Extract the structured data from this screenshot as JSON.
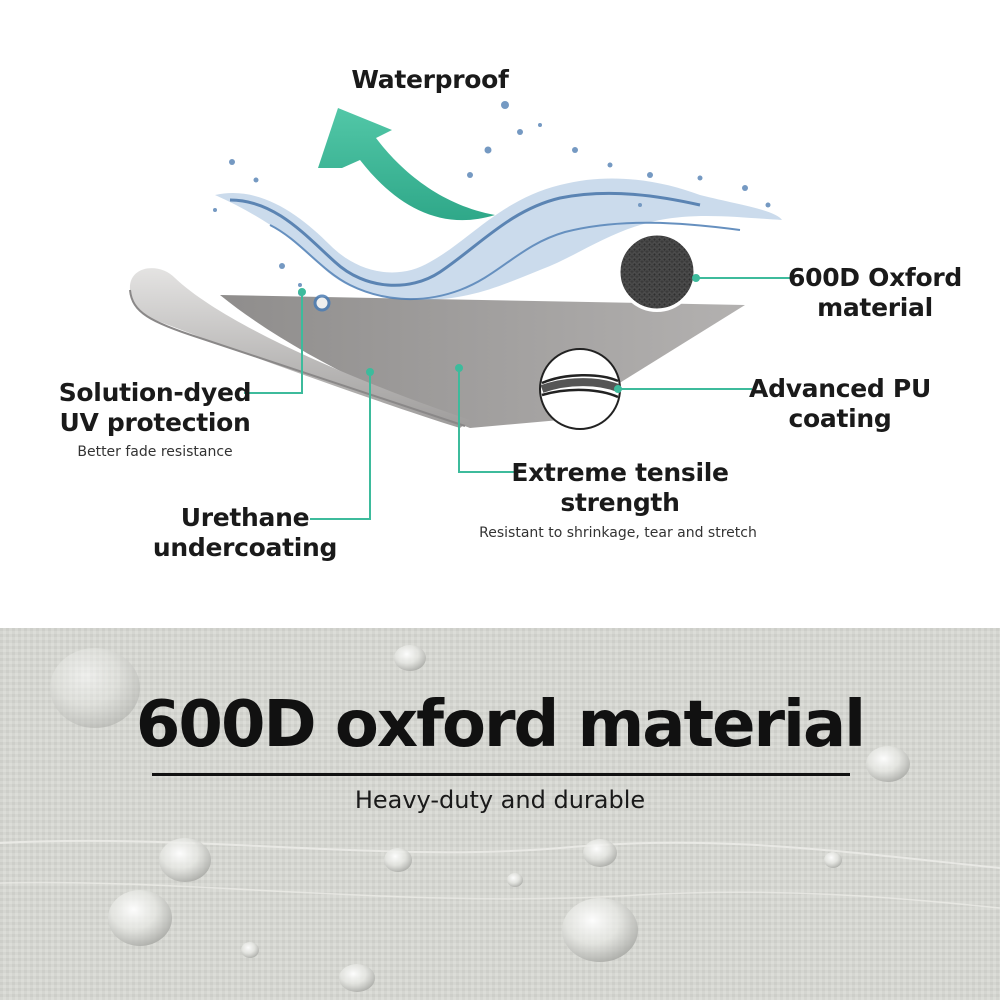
{
  "labels": {
    "waterproof": "Waterproof",
    "oxford_line1": "600D Oxford",
    "oxford_line2": "material",
    "uv_line1": "Solution-dyed",
    "uv_line2": "UV protection",
    "uv_sub": "Better fade resistance",
    "pu_line1": "Advanced PU",
    "pu_line2": "coating",
    "tensile_line1": "Extreme tensile",
    "tensile_line2": "strength",
    "tensile_sub": "Resistant to shrinkage, tear and stretch",
    "urethane_line1": "Urethane",
    "urethane_line2": "undercoating"
  },
  "banner": {
    "headline": "600D oxford material",
    "subheadline": "Heavy-duty and durable"
  },
  "colors": {
    "accent_teal": "#3dbb9c",
    "fabric_gray": "#a9a7a6",
    "water_blue": "#5d88b8",
    "banner_bg": "#d5d6d1"
  }
}
